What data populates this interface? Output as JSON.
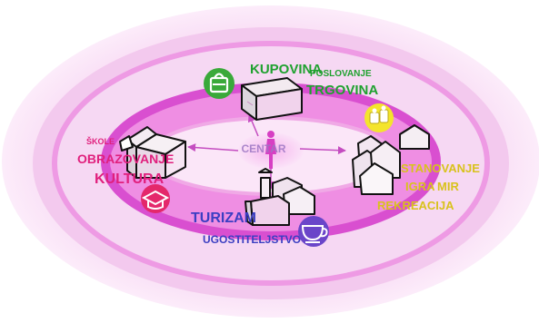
{
  "center": {
    "label": "CENTAR"
  },
  "north": {
    "primary": "KUPOVINA",
    "secondary": "POSLOVANJE",
    "tertiary": "TRGOVINA",
    "icon": "shopping-bag-icon"
  },
  "west": {
    "small": "ŠKOLE",
    "primary": "OBRAZOVANJE",
    "secondary": "KULTURA",
    "icon": "graduation-cap-icon"
  },
  "east": {
    "primary": "STANOVANJE",
    "secondary": "IGRA",
    "tertiary": "MIR",
    "quaternary": "REKREACIJA",
    "icon": "people-icon"
  },
  "south": {
    "primary": "TURIZAM",
    "secondary": "UGOSTITELJSTVO",
    "icon": "cup-icon"
  },
  "colors": {
    "outer_ring": "#f6d6f2",
    "mid_ring": "#ee9ae4",
    "inner_ring": "#d94fd0",
    "core": "#f5c6ef",
    "green": "#1fa12f",
    "magenta": "#e0207d",
    "blue": "#3b3ec2",
    "yellow": "#d8c21c",
    "purple_stroke": "#9b3bc7"
  }
}
